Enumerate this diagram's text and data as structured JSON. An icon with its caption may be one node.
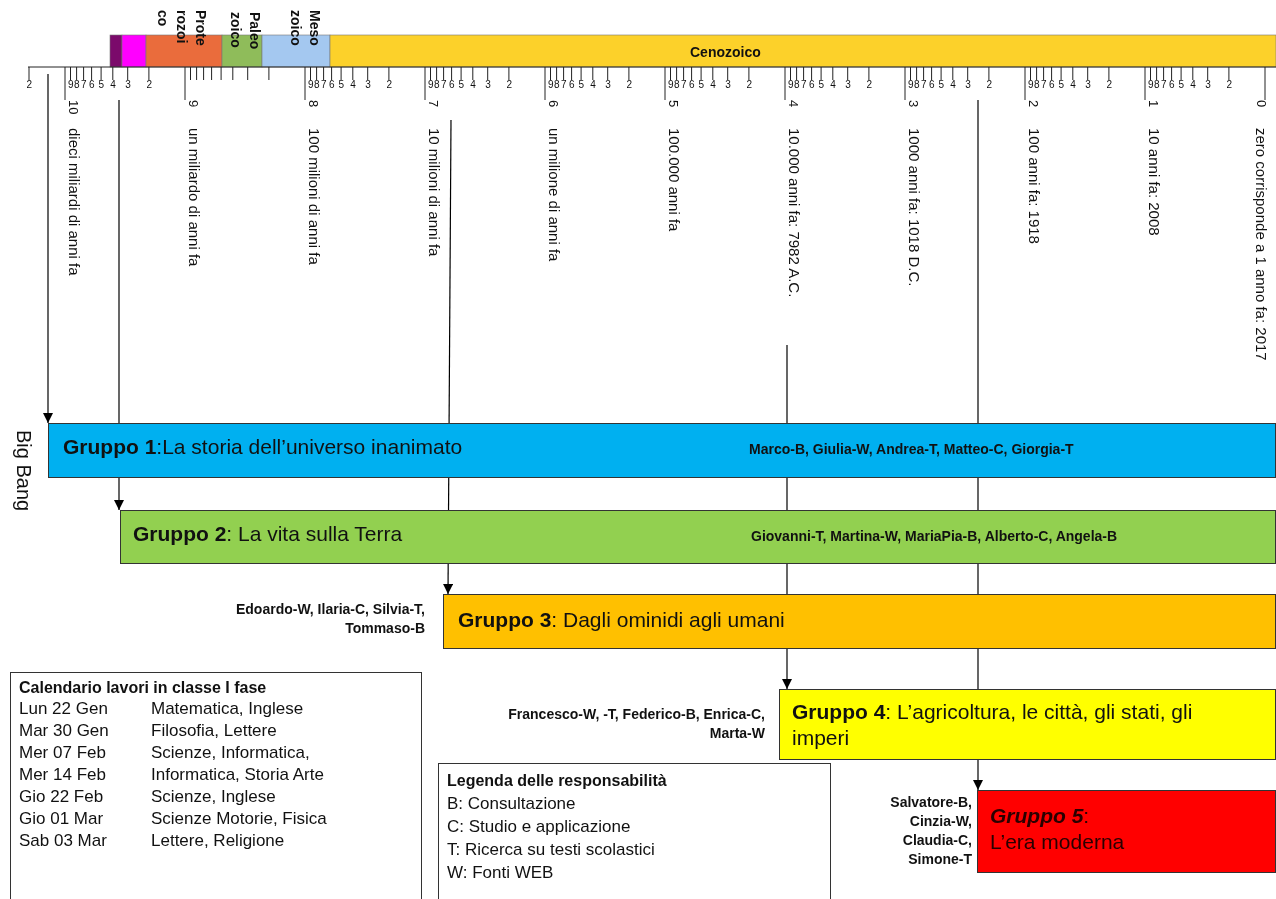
{
  "diagram": {
    "nodes": [
      {
        "text": [
          "**Gruppo 1**:La storia dell’universo inanimato",
          "Marco-B, Giulia-W, Andrea-T, Matteo-C, Giorgia-T"
        ]
      },
      {
        "text": [
          "**Gruppo 2**:   La vita sulla Terra",
          "Giovanni-T, Martina-W, MariaPia-B, Alberto-C, Angela-B"
        ]
      },
      {
        "text": [
          "**Gruppo 3**:   Dagli ominidi agli umani"
        ],
        "beside": [
          "Edoardo-W, Ilaria-C, Silvia-T, Tommaso-B"
        ]
      },
      {
        "text": [
          "**Gruppo 4**: L’agricoltura, le città, gli stati, gli imperi"
        ],
        "beside": [
          "Francesco-W, -T, Federico-B, Enrica-C, Marta-W"
        ]
      },
      {
        "text": [
          "*Gruppo 5*: L’era moderna"
        ],
        "beside": [
          "Salvatore-B, Cinzia-W, Claudia-C, Simone-T"
        ]
      },
      {
        "text": [
          "Calendario lavori in classe I fase",
          "Lun 22 Gen",
          "Matematica, Inglese",
          "Mar 30 Gen",
          "Filosofia, Lettere",
          "Mer 07 Feb",
          "Scienze, Informatica,",
          "Mer 14 Feb",
          "Informatica, Storia Arte",
          "Gio 22 Feb",
          "Scienze, Inglese",
          "Gio 01 Mar",
          "Scienze Motorie, Fisica",
          "Sab 03 Mar",
          "Lettere, Religione"
        ]
      },
      {
        "text": [
          "Legenda delle responsabilità",
          "B: Consultazione",
          "C: Studio e applicazione",
          "T: Ricerca su testi scolastici",
          "W: Fonti WEB"
        ]
      }
    ],
    "edges": [
      {
        "from": null,
        "to": 0,
        "arrow": "to"
      },
      {
        "from": null,
        "to": 1,
        "arrow": "to"
      },
      {
        "from": null,
        "to": 2,
        "arrow": "to"
      },
      {
        "from": null,
        "to": 3,
        "arrow": "to"
      },
      {
        "from": null,
        "to": 4,
        "arrow": "to"
      }
    ],
    "labels": [
      "Prote rozoi co",
      "Paleo zoico",
      "Meso zoico",
      "Cenozoico",
      "2",
      "10",
      "9",
      "8",
      "7",
      "6",
      "5",
      "4",
      "3",
      "2",
      "9",
      "8",
      "9",
      "8",
      "7",
      "6",
      "5",
      "4",
      "3",
      "2",
      "7",
      "9",
      "8",
      "7",
      "6",
      "5",
      "4",
      "3",
      "2",
      "6",
      "9",
      "8",
      "7",
      "6",
      "5",
      "4",
      "3",
      "2",
      "5",
      "9",
      "8",
      "7",
      "6",
      "5",
      "4",
      "3",
      "2",
      "4",
      "9",
      "8",
      "7",
      "6",
      "5",
      "4",
      "3",
      "2",
      "3",
      "9",
      "8",
      "7",
      "6",
      "5",
      "4",
      "3",
      "2",
      "2",
      "9",
      "8",
      "7",
      "6",
      "5",
      "4",
      "3",
      "2",
      "1",
      "9",
      "8",
      "7",
      "6",
      "5",
      "4",
      "3",
      "2",
      "0",
      "dieci miliardi di anni fa",
      "un miliardo di anni fa",
      "100 milioni di anni fa",
      "10 milioni di anni fa",
      "un milione di anni fa",
      "100.000 anni fa",
      "10.000 anni fa: 7982 A.C.",
      "1000 anni fa: 1018 D.C.",
      "100 anni fa: 1918",
      "10 anni fa: 2008",
      "zero corrisponde a 1 anno fa: 2017",
      "Big Bang"
    ]
  }
}
